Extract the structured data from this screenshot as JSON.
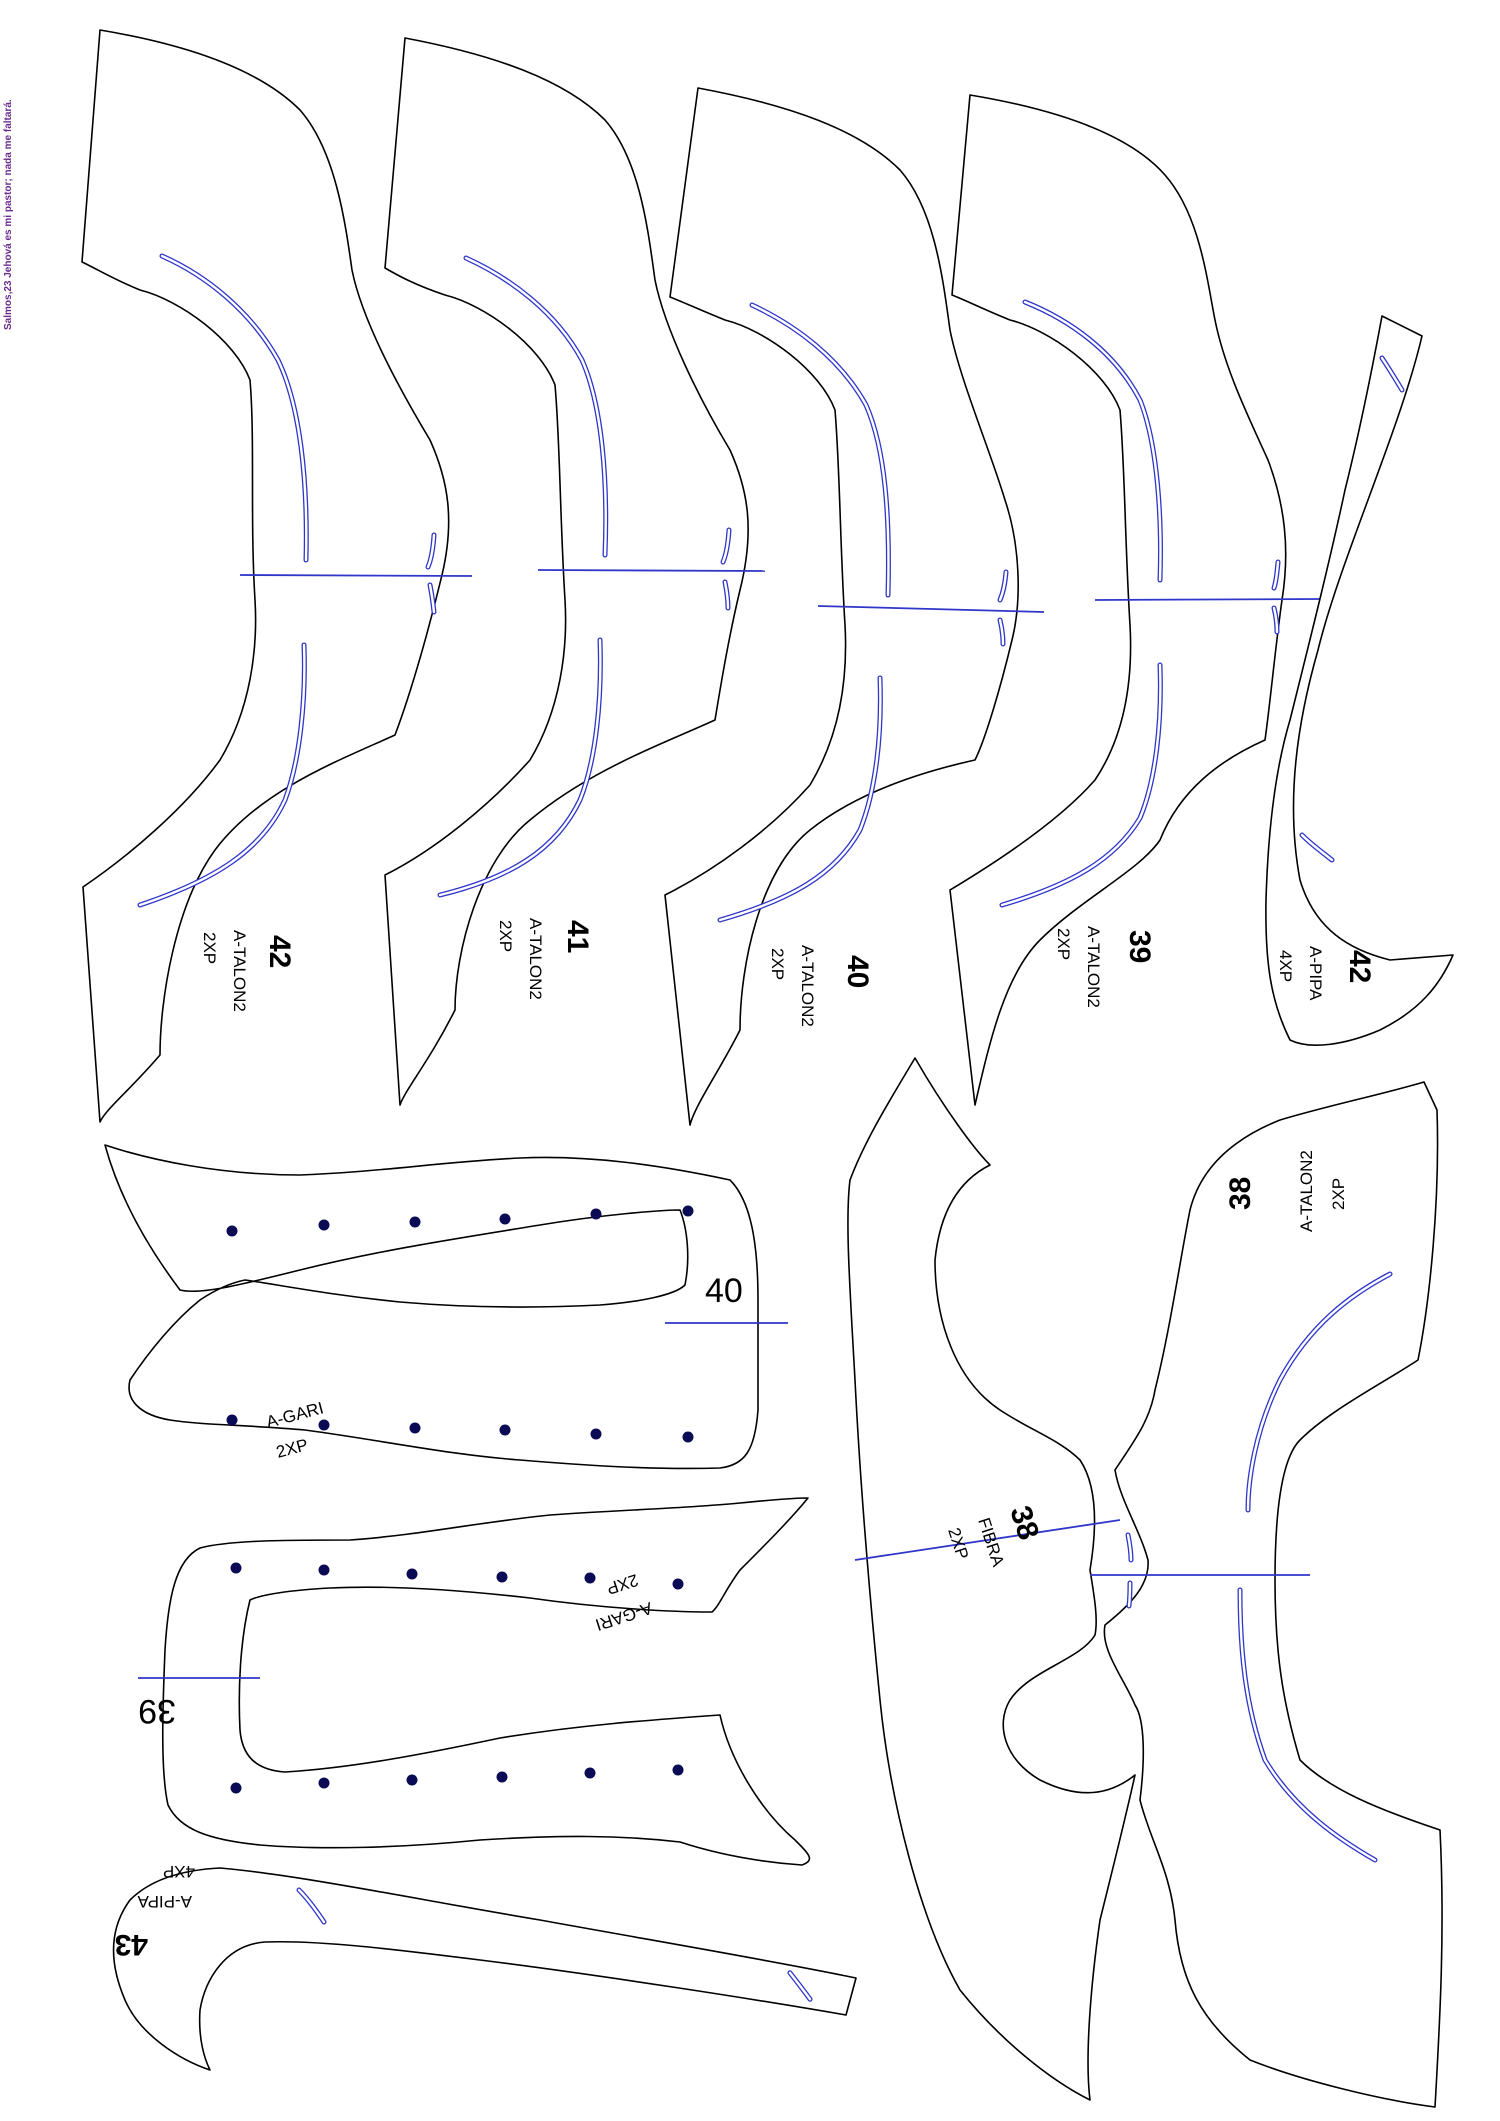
{
  "watermark": "Salmos,23 Jehová es mi pastor; nada me faltará.",
  "colors": {
    "outline": "#000000",
    "guide": "#2f36c9",
    "dot": "#0a0a55",
    "watermark": "#6a2b8e"
  },
  "pieces": {
    "talon42": {
      "size": "42",
      "name": "A-TALON2",
      "qty": "2XP"
    },
    "talon41": {
      "size": "41",
      "name": "A-TALON2",
      "qty": "2XP"
    },
    "talon40": {
      "size": "40",
      "name": "A-TALON2",
      "qty": "2XP"
    },
    "talon39": {
      "size": "39",
      "name": "A-TALON2",
      "qty": "2XP"
    },
    "pipa42": {
      "size": "42",
      "name": "A-PIPA",
      "qty": "4XP"
    },
    "gari40": {
      "size": "40",
      "name": "A-GARI",
      "qty": "2XP"
    },
    "gari39": {
      "size": "39",
      "name": "A-GARI",
      "qty": "2XP"
    },
    "pipa43": {
      "size": "43",
      "name": "A-PIPA",
      "qty": "4XP"
    },
    "fibra38": {
      "size": "38",
      "name": "FIBRA",
      "qty": "2XP"
    },
    "talon38": {
      "size": "38",
      "name": "A-TALON2",
      "qty": "2XP"
    }
  }
}
